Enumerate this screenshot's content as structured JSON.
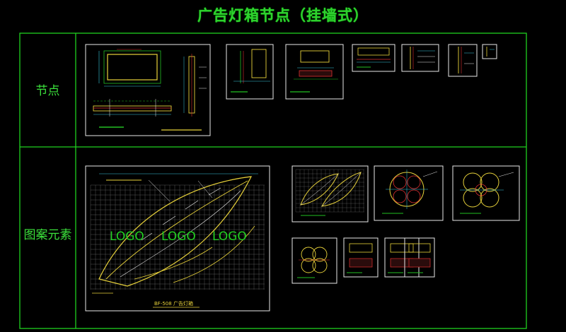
{
  "title": "广告灯箱节点（挂墙式）",
  "rows": {
    "nodes_label": "节点",
    "elements_label": "图案元素"
  },
  "drawing_labels": {
    "logo_1": "LOGO",
    "logo_2": "LOGO",
    "logo_3": "LOGO",
    "bottom_caption": "BF-508 广告灯箱"
  },
  "colors": {
    "frame": "#1fd01f",
    "line": "#22c022",
    "yellow": "#e8d23a",
    "red": "#e03030",
    "cyan": "#38c8e0",
    "white": "#e8e8e8",
    "magenta": "#d048c8",
    "grid": "#6a6a6a"
  }
}
